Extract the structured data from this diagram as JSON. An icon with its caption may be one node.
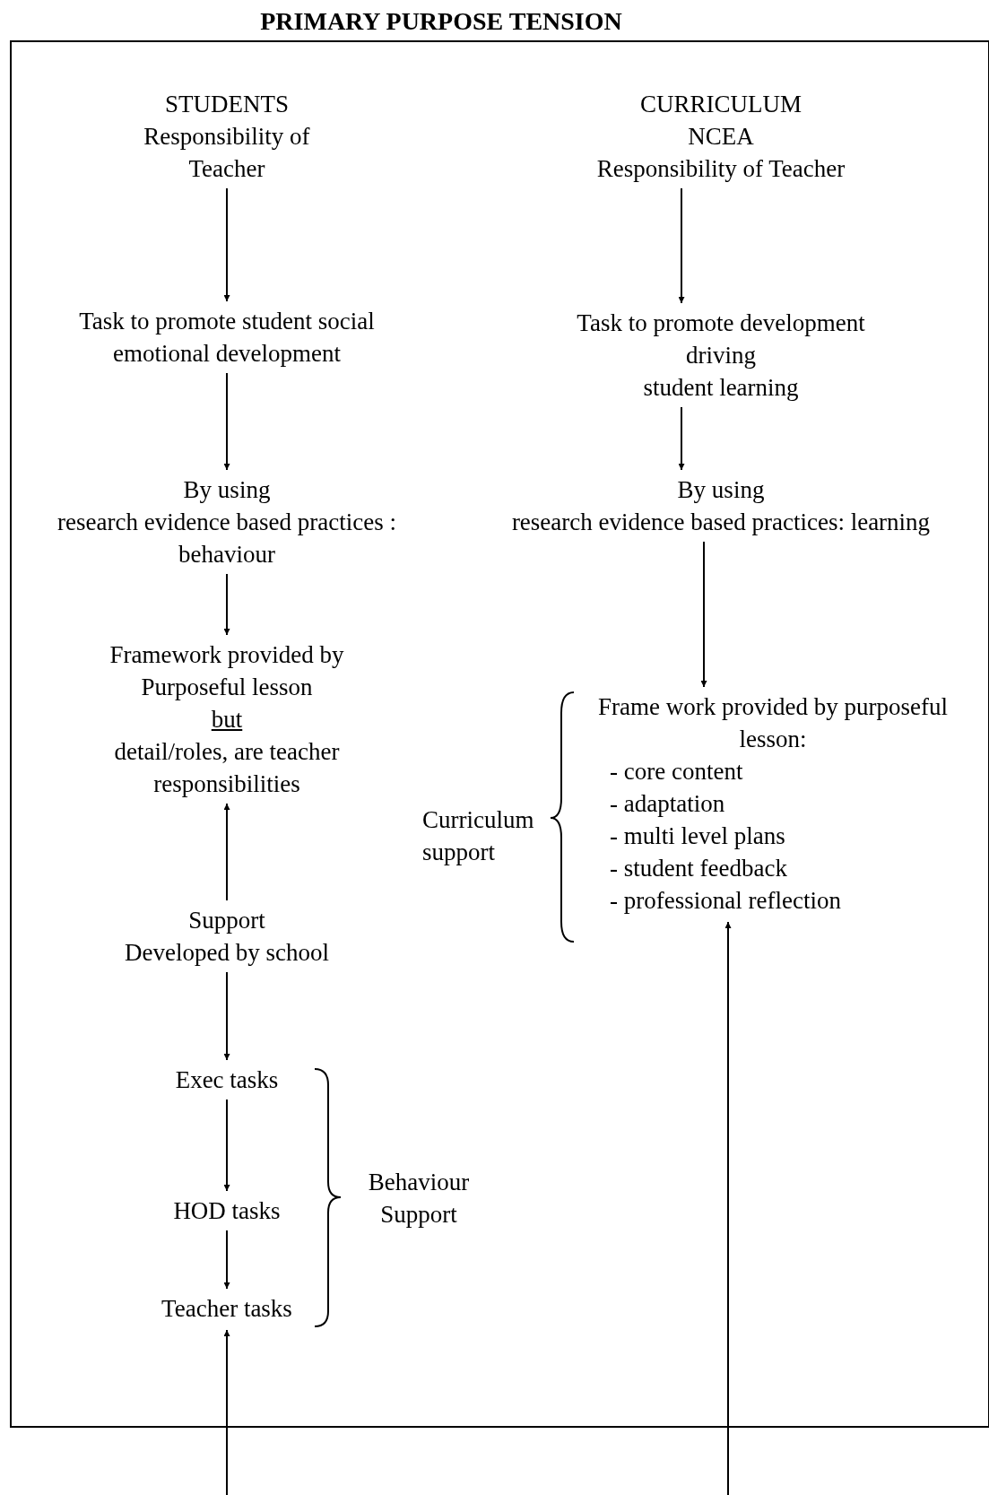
{
  "diagram": {
    "title": "PRIMARY PURPOSE TENSION",
    "nodes": [
      {
        "text": [],
        "shape": "box"
      },
      {
        "text": [
          "STUDENTS",
          "Responsibility of Teacher"
        ],
        "in": 0
      },
      {
        "text": [
          "Task to promote student social emotional development"
        ],
        "in": 0
      },
      {
        "text": [
          "By using",
          "research evidence based practices : behaviour"
        ],
        "in": 0
      },
      {
        "text": [
          "Framework provided by Purposeful lesson",
          "but",
          "detail/roles, are teacher responsibilities"
        ],
        "in": 0
      },
      {
        "text": [
          "Support",
          "Developed by school"
        ],
        "in": 0
      },
      {
        "text": [
          "Exec tasks"
        ],
        "in": 0
      },
      {
        "text": [
          "HOD tasks"
        ],
        "in": 0
      },
      {
        "text": [
          "Teacher tasks"
        ],
        "in": 0
      },
      {
        "text": [
          "CURRICULUM",
          "NCEA",
          "Responsibility of Teacher"
        ],
        "in": 0
      },
      {
        "text": [
          "Task to promote development",
          "driving",
          "student learning"
        ],
        "in": 0
      },
      {
        "text": [
          "By using",
          "research evidence based practices: learning"
        ],
        "in": 0
      },
      {
        "text": [
          "Frame work provided by purposeful lesson:",
          "- core content",
          "- adaptation",
          "- multi level plans",
          "- student feedback",
          "- professional reflection"
        ],
        "in": 0
      }
    ],
    "edges": [
      {
        "from": 1,
        "to": 2,
        "arrow": "to"
      },
      {
        "from": 2,
        "to": 3,
        "arrow": "to"
      },
      {
        "from": 3,
        "to": 4,
        "arrow": "to"
      },
      {
        "from": 5,
        "to": 4,
        "arrow": "to"
      },
      {
        "from": 5,
        "to": 6,
        "arrow": "to"
      },
      {
        "from": 6,
        "to": 7,
        "arrow": "to"
      },
      {
        "from": 7,
        "to": 8,
        "arrow": "to"
      },
      {
        "from": null,
        "to": 8,
        "arrow": "to"
      },
      {
        "from": 9,
        "to": 10,
        "arrow": "to"
      },
      {
        "from": 10,
        "to": 11,
        "arrow": "to"
      },
      {
        "from": 11,
        "to": 12,
        "arrow": "to"
      },
      {
        "from": null,
        "to": 12,
        "arrow": "to"
      }
    ],
    "labels": [
      "Curriculum support",
      "Behaviour Support"
    ]
  }
}
